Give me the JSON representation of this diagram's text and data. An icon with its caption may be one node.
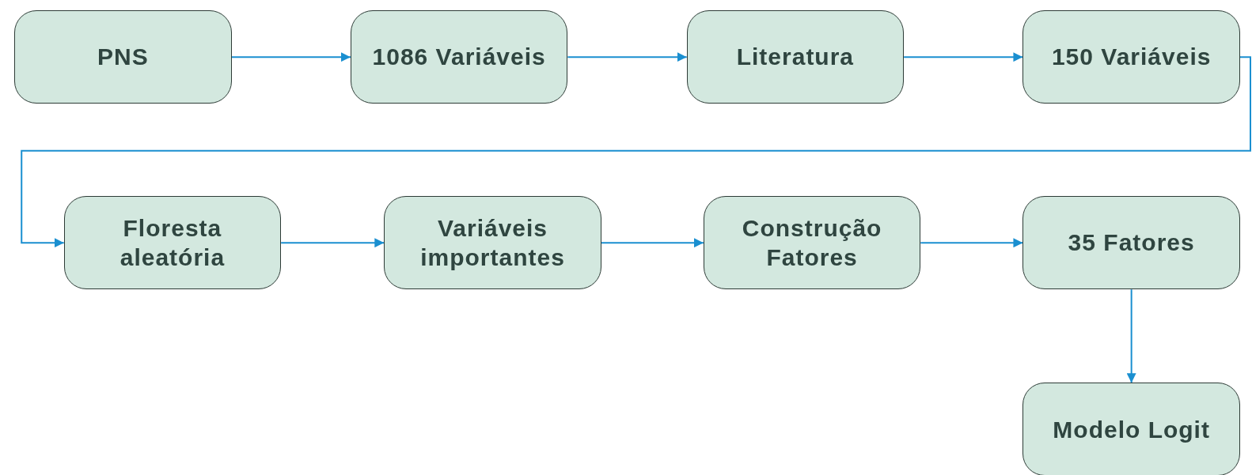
{
  "diagram": {
    "nodes": [
      {
        "text": [
          "PNS"
        ]
      },
      {
        "text": [
          "1086 Variáveis"
        ]
      },
      {
        "text": [
          "Literatura"
        ]
      },
      {
        "text": [
          "150 Variáveis"
        ]
      },
      {
        "text": [
          "Floresta aleatória"
        ]
      },
      {
        "text": [
          "Variáveis importantes"
        ]
      },
      {
        "text": [
          "Construção Fatores"
        ]
      },
      {
        "text": [
          "35 Fatores"
        ]
      },
      {
        "text": [
          "Modelo Logit"
        ]
      }
    ],
    "edges": [
      {
        "from": 0,
        "to": 1,
        "arrow": "to"
      },
      {
        "from": 1,
        "to": 2,
        "arrow": "to"
      },
      {
        "from": 2,
        "to": 3,
        "arrow": "to"
      },
      {
        "from": 3,
        "to": 4,
        "arrow": "to"
      },
      {
        "from": 4,
        "to": 5,
        "arrow": "to"
      },
      {
        "from": 5,
        "to": 6,
        "arrow": "to"
      },
      {
        "from": 6,
        "to": 7,
        "arrow": "to"
      },
      {
        "from": 7,
        "to": 8,
        "arrow": "to"
      }
    ]
  }
}
